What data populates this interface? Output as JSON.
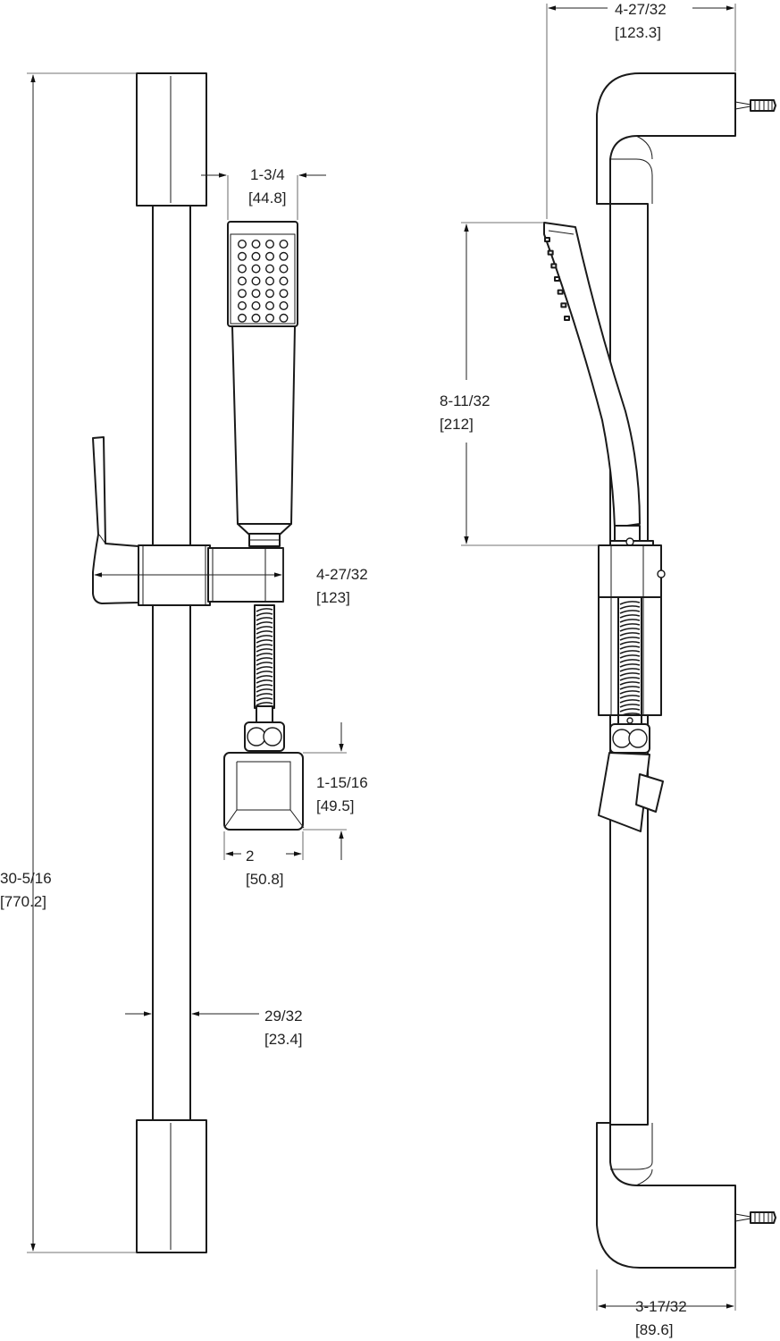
{
  "dimensions": {
    "front_bar_length": {
      "fraction": "30-5/16",
      "metric": "[770.2]"
    },
    "handshower_face_width": {
      "fraction": "1-3/4",
      "metric": "[44.8]"
    },
    "slider_projection": {
      "fraction": "4-27/32",
      "metric": "[123]"
    },
    "bracket_height": {
      "fraction": "1-15/16",
      "metric": "[49.5]"
    },
    "bracket_width": {
      "fraction": "2",
      "metric": "[50.8]"
    },
    "bar_diameter": {
      "fraction": "29/32",
      "metric": "[23.4]"
    },
    "side_top_depth": {
      "fraction": "4-27/32",
      "metric": "[123.3]"
    },
    "handshower_length": {
      "fraction": "8-11/32",
      "metric": "[212]"
    },
    "side_bottom_depth": {
      "fraction": "3-17/32",
      "metric": "[89.6]"
    }
  }
}
